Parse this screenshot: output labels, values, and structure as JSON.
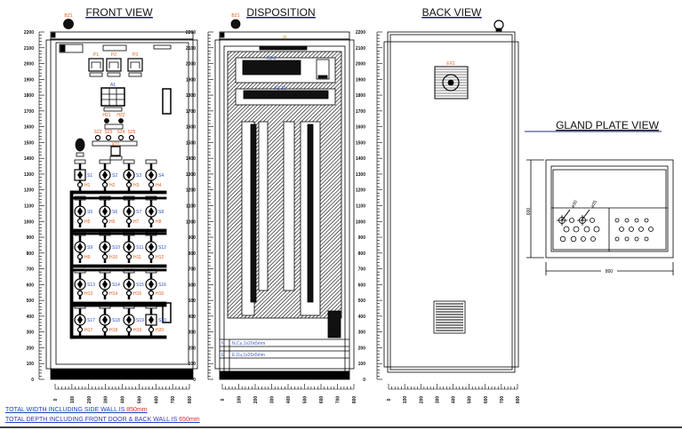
{
  "titles": {
    "front": "FRONT VIEW",
    "disposition": "DISPOSITION",
    "back": "BACK VIEW",
    "gland": "GLAND PLATE VIEW"
  },
  "front": {
    "buzzer": "BZ1",
    "meters": [
      "P1",
      "P2",
      "P3"
    ],
    "ammeter": "A1",
    "pilot_lamps": [
      "H21",
      "H22"
    ],
    "selectors": [
      "S22",
      "S23",
      "S24",
      "S25"
    ],
    "switch": "X21",
    "rows": [
      {
        "switches": [
          "S1",
          "S2",
          "S3",
          "S4"
        ],
        "lamps": [
          "H1",
          "H2",
          "H3",
          "H4"
        ]
      },
      {
        "switches": [
          "S5",
          "S6",
          "S7",
          "S8"
        ],
        "lamps": [
          "H5",
          "H6",
          "H7",
          "H8"
        ]
      },
      {
        "switches": [
          "S9",
          "S10",
          "S11",
          "S12"
        ],
        "lamps": [
          "H9",
          "H10",
          "H11",
          "H12"
        ]
      },
      {
        "switches": [
          "S13",
          "S14",
          "S15",
          "S16"
        ],
        "lamps": [
          "H13",
          "H14",
          "H15",
          "H16"
        ]
      },
      {
        "switches": [
          "S17",
          "S18",
          "S19",
          "S20"
        ],
        "lamps": [
          "H17",
          "H18",
          "H19",
          "H20"
        ]
      }
    ]
  },
  "disposition": {
    "buzzer": "BZ1",
    "header": "J1",
    "terminals": [
      "X1-6",
      "X1-10"
    ],
    "neutral_bar": "N",
    "neutral_spec": "N,Cu,1x20x5mm",
    "earth_bar": "E",
    "earth_spec": "E,Cu,1x20x5mm"
  },
  "back": {
    "fan": "EX1"
  },
  "gland": {
    "hole_large": "⌀30",
    "hole_small": "⌀25",
    "height": "600",
    "width": "800"
  },
  "scales": {
    "vertical": [
      0,
      100,
      200,
      300,
      400,
      500,
      600,
      700,
      800,
      900,
      1000,
      1100,
      1200,
      1300,
      1400,
      1500,
      1600,
      1700,
      1800,
      1900,
      2000,
      2100,
      2200
    ],
    "horizontal": [
      0,
      100,
      200,
      300,
      400,
      500,
      600,
      700,
      800
    ]
  },
  "notes": [
    {
      "text": "TOTAL WIDTH INCLUDING SIDE WALL IS ",
      "value": "850mm"
    },
    {
      "text": "TOTAL DEPTH INCLUDING FRONT DOOR & BACK WALL IS ",
      "value": "650mm"
    }
  ],
  "colors": {
    "label_orange": "#e0601c",
    "label_blue": "#2a4fbf",
    "title_underline": "#1f2a7c"
  }
}
